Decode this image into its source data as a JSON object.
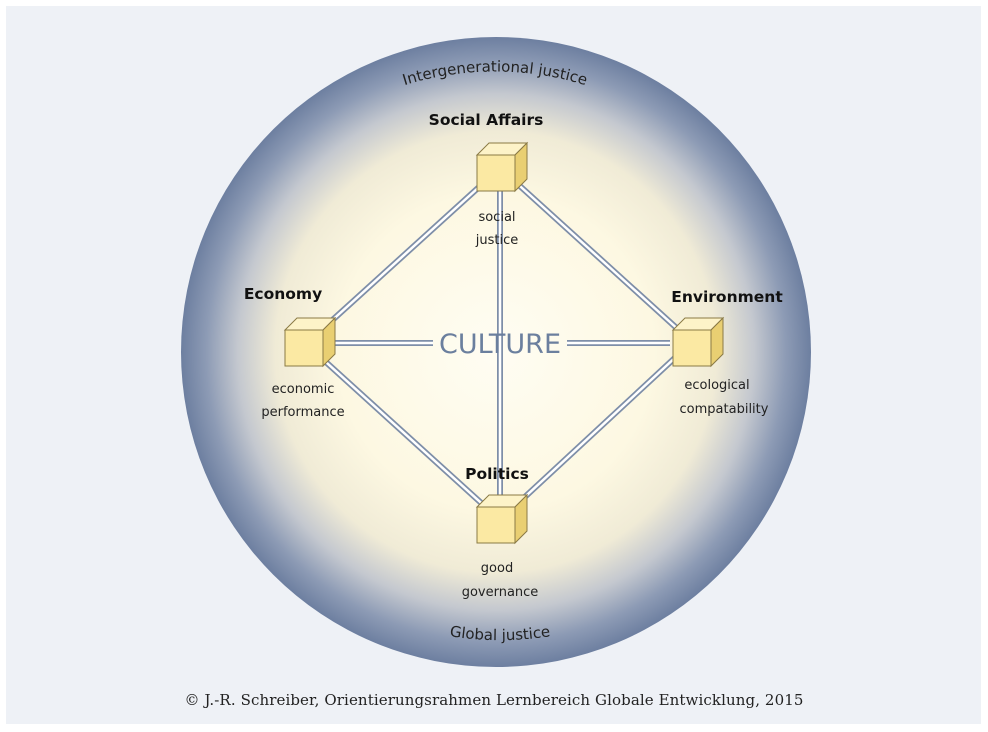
{
  "diagram": {
    "center_label": "CULTURE",
    "outer_top_label": "Intergenerational justice",
    "outer_bottom_label": "Global justice",
    "nodes": {
      "social_affairs": {
        "title": "Social Affairs",
        "subtitle_line1": "social",
        "subtitle_line2": "justice"
      },
      "economy": {
        "title": "Economy",
        "subtitle_line1": "economic",
        "subtitle_line2": "performance"
      },
      "environment": {
        "title": "Environment",
        "subtitle_line1": "ecological",
        "subtitle_line2": "compatability"
      },
      "politics": {
        "title": "Politics",
        "subtitle_line1": "good",
        "subtitle_line2": "governance"
      }
    },
    "colors": {
      "panel_background": "#eef1f6",
      "circle_edge": "#6d7fa0",
      "circle_center": "#fffdf3",
      "cube_front": "#fbe9a3",
      "cube_top": "#fdf3c8",
      "cube_side": "#e9cf72",
      "center_text": "#6b7f9e"
    }
  },
  "credit": "© J.-R. Schreiber, Orientierungsrahmen Lernbereich Globale Entwicklung, 2015"
}
